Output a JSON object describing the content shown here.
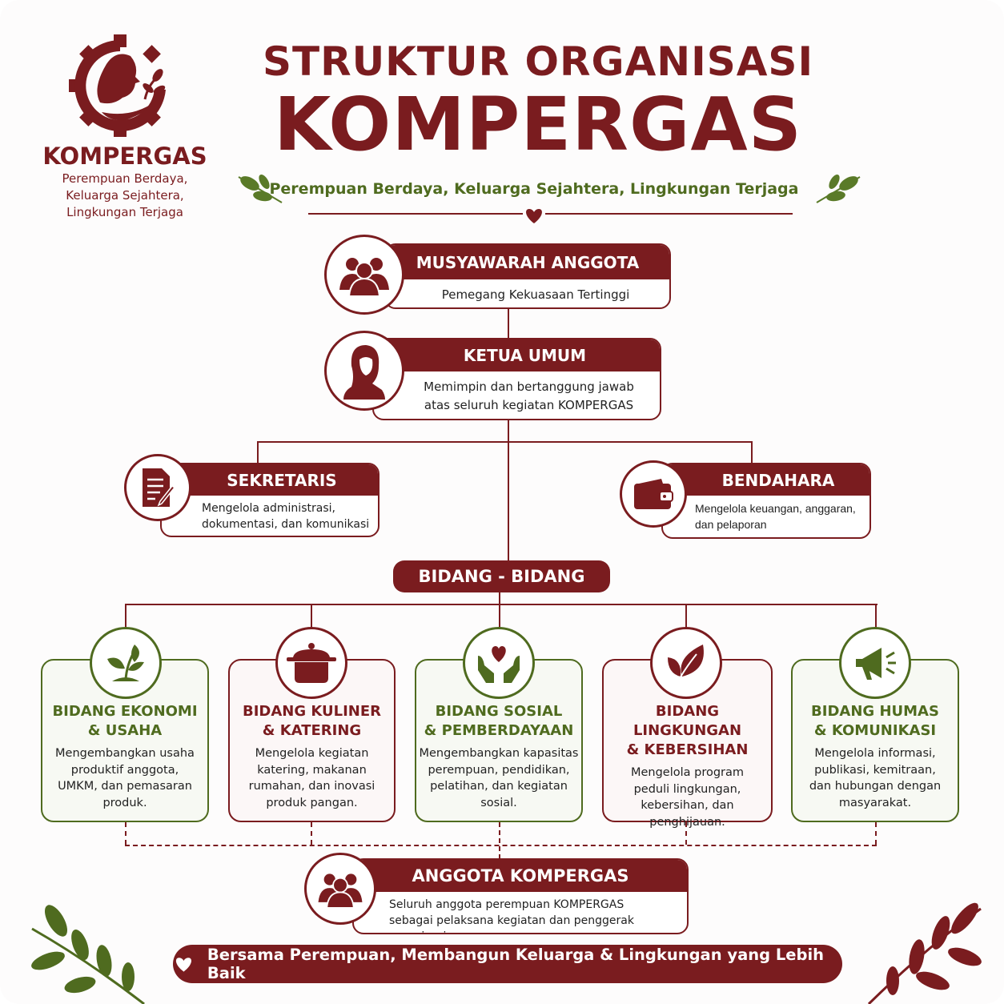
{
  "logo": {
    "name": "KOMPERGAS",
    "tagline": [
      "Perempuan Berdaya,",
      "Keluarga Sejahtera,",
      "Lingkungan Terjaga"
    ]
  },
  "header": {
    "title_line1": "STRUKTUR ORGANISASI",
    "title_line2": "KOMPERGAS",
    "subtitle": "Perempuan Berdaya, Keluarga Sejahtera, Lingkungan Terjaga"
  },
  "colors": {
    "maroon": "#7a1c1f",
    "green": "#4f6b1f"
  },
  "nodes": {
    "musyawarah": {
      "title": "MUSYAWARAH ANGGOTA",
      "desc": "Pemegang Kekuasaan Tertinggi",
      "icon": "group-icon"
    },
    "ketua": {
      "title": "KETUA UMUM",
      "desc": [
        "Memimpin dan bertanggung jawab",
        "atas seluruh kegiatan KOMPERGAS"
      ],
      "icon": "woman-hijab-icon"
    },
    "sekretaris": {
      "title": "SEKRETARIS",
      "desc": [
        "Mengelola administrasi,",
        "dokumentasi, dan komunikasi"
      ],
      "icon": "document-pen-icon"
    },
    "bendahara": {
      "title": "BENDAHARA",
      "desc": [
        "Mengelola keuangan, anggaran,",
        "dan pelaporan"
      ],
      "icon": "wallet-icon"
    },
    "bidang_label": "BIDANG - BIDANG",
    "anggota": {
      "title": "ANGGOTA KOMPERGAS",
      "desc": [
        "Seluruh anggota perempuan KOMPERGAS",
        "sebagai pelaksana kegiatan dan penggerak organisasi."
      ],
      "icon": "group-icon"
    }
  },
  "bidang": [
    {
      "title": [
        "BIDANG EKONOMI",
        "& USAHA"
      ],
      "desc": [
        "Mengembangkan usaha",
        "produktif anggota,",
        "UMKM, dan pemasaran",
        "produk."
      ],
      "icon": "plant-icon",
      "color": "green"
    },
    {
      "title": [
        "BIDANG KULINER",
        "& KATERING"
      ],
      "desc": [
        "Mengelola kegiatan",
        "katering, makanan",
        "rumahan, dan inovasi",
        "produk pangan."
      ],
      "icon": "cooking-pot-icon",
      "color": "maroon"
    },
    {
      "title": [
        "BIDANG SOSIAL",
        "& PEMBERDAYAAN"
      ],
      "desc": [
        "Mengembangkan kapasitas",
        "perempuan, pendidikan,",
        "pelatihan, dan kegiatan",
        "sosial."
      ],
      "icon": "hands-heart-icon",
      "color": "green"
    },
    {
      "title": [
        "BIDANG LINGKUNGAN",
        "& KEBERSIHAN"
      ],
      "desc": [
        "Mengelola program",
        "peduli lingkungan,",
        "kebersihan, dan",
        "penghijauan."
      ],
      "icon": "leaf-icon",
      "color": "maroon"
    },
    {
      "title": [
        "BIDANG HUMAS",
        "& KOMUNIKASI"
      ],
      "desc": [
        "Mengelola informasi,",
        "publikasi, kemitraan,",
        "dan hubungan dengan",
        "masyarakat."
      ],
      "icon": "megaphone-icon",
      "color": "green"
    }
  ],
  "footer": {
    "text": "Bersama Perempuan, Membangun Keluarga & Lingkungan yang Lebih Baik",
    "icon": "heart-icon"
  }
}
